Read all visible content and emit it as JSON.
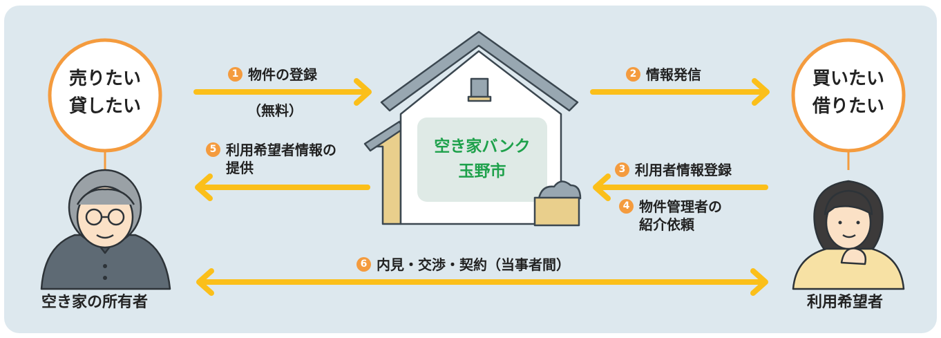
{
  "colors": {
    "background_panel": "#dde8ee",
    "arrow": "#fbbf1a",
    "bubble_border": "#f49b3e",
    "step_number": "#f49b3e",
    "house_label": "#1ea14b",
    "roof": "#98a7b1"
  },
  "owner": {
    "bubble_line1": "売りたい",
    "bubble_line2": "貸したい",
    "label": "空き家の所有者"
  },
  "user": {
    "bubble_line1": "買いたい",
    "bubble_line2": "借りたい",
    "label": "利用希望者"
  },
  "house": {
    "line1": "空き家バンク",
    "line2": "玉野市"
  },
  "steps": [
    {
      "num": "1",
      "line1": "物件の登録",
      "sub": "（無料）"
    },
    {
      "num": "2",
      "line1": "情報発信"
    },
    {
      "num": "3",
      "line1": "利用者情報登録"
    },
    {
      "num": "4",
      "line1": "物件管理者の",
      "line2": "紹介依頼"
    },
    {
      "num": "5",
      "line1": "利用希望者情報の",
      "line2": "提供"
    },
    {
      "num": "6",
      "line1": "内見・交渉・契約（当事者間）"
    }
  ]
}
